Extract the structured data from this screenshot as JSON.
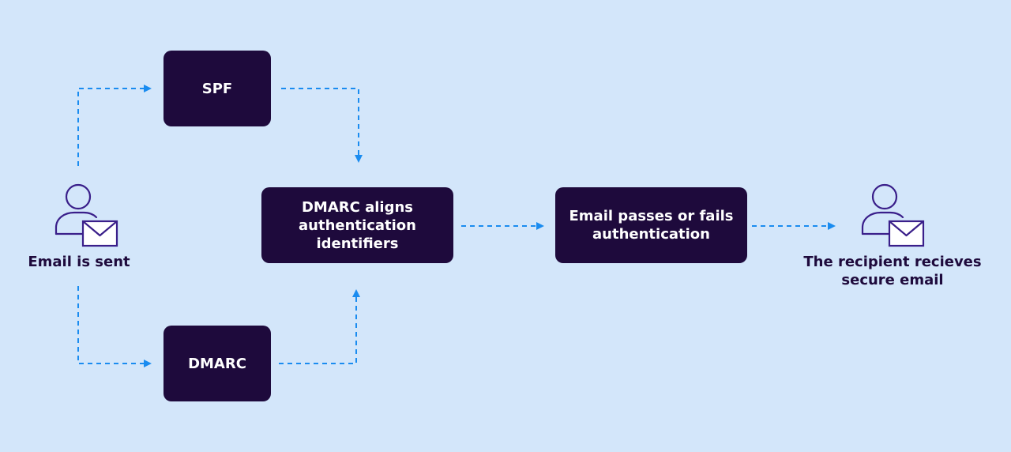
{
  "colors": {
    "background": "#d3e6fa",
    "box": "#1e0a3c",
    "box_text": "#ffffff",
    "label_text": "#1e0a3c",
    "connector": "#1a8cf0",
    "icon_stroke": "#3a1f8a"
  },
  "nodes": {
    "sender": {
      "label": "Email is sent",
      "icon": "user-with-envelope-icon"
    },
    "spf": {
      "label": "SPF"
    },
    "dmarc": {
      "label": "DMARC"
    },
    "align": {
      "label": "DMARC aligns\nauthentication\nidentifiers"
    },
    "pass": {
      "label": "Email passes or fails\nauthentication"
    },
    "recipient": {
      "label": "The recipient recieves\nsecure email",
      "icon": "user-with-envelope-icon"
    }
  },
  "edges": [
    {
      "from": "sender",
      "to": "spf",
      "style": "dashed"
    },
    {
      "from": "sender",
      "to": "dmarc",
      "style": "dashed"
    },
    {
      "from": "spf",
      "to": "align",
      "style": "dashed"
    },
    {
      "from": "dmarc",
      "to": "align",
      "style": "dashed"
    },
    {
      "from": "align",
      "to": "pass",
      "style": "dashed"
    },
    {
      "from": "pass",
      "to": "recipient",
      "style": "dashed"
    }
  ]
}
